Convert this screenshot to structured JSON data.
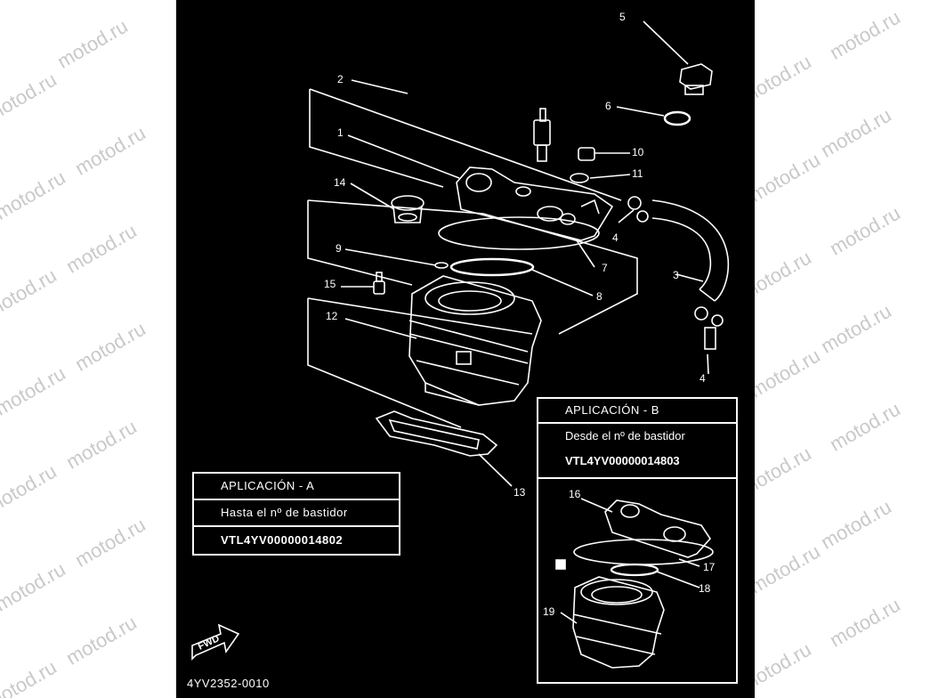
{
  "watermark": "motod.ru",
  "callouts": [
    "1",
    "2",
    "3",
    "4",
    "4",
    "5",
    "6",
    "7",
    "8",
    "9",
    "10",
    "11",
    "12",
    "13",
    "14",
    "15",
    "16",
    "17",
    "18",
    "19"
  ],
  "application_a": {
    "title": "APLICACIÓN - A",
    "note": "Hasta el nº de bastidor",
    "frame_no": "VTL4YV00000014802"
  },
  "application_b": {
    "title": "APLICACIÓN - B",
    "note": "Desde el nº de bastidor",
    "frame_no": "VTL4YV00000014803"
  },
  "fwd_label": "FWD",
  "diagram_code": "4YV2352-0010"
}
